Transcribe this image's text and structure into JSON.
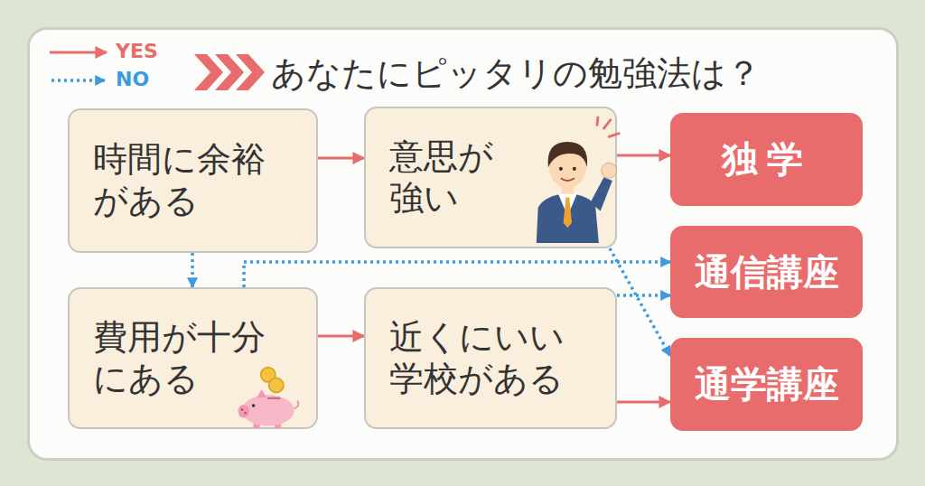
{
  "diagram": {
    "title": "あなたにピッタリの勉強法は？",
    "nodes": [
      {
        "text": [
          "時間に余裕 がある"
        ]
      },
      {
        "text": [
          "意思が 強い"
        ]
      },
      {
        "text": [
          "独学"
        ]
      },
      {
        "text": [
          "通信講座"
        ]
      },
      {
        "text": [
          "費用が十分 にある"
        ]
      },
      {
        "text": [
          "近くにいい 学校がある"
        ]
      },
      {
        "text": [
          "通学講座"
        ]
      }
    ],
    "edges": [
      {
        "from": 0,
        "to": 1,
        "arrow": "to"
      },
      {
        "from": 1,
        "to": 2,
        "arrow": "to"
      },
      {
        "from": 0,
        "to": 4,
        "arrow": "to"
      },
      {
        "from": 1,
        "to": 6,
        "arrow": "to"
      },
      {
        "from": 4,
        "to": 5,
        "arrow": "to"
      },
      {
        "from": 4,
        "to": 3,
        "arrow": "to"
      },
      {
        "from": 5,
        "to": 3,
        "arrow": "to"
      },
      {
        "from": 5,
        "to": 6,
        "arrow": "to"
      }
    ],
    "legend": [
      {
        "text": "YES"
      },
      {
        "text": "NO"
      }
    ]
  }
}
